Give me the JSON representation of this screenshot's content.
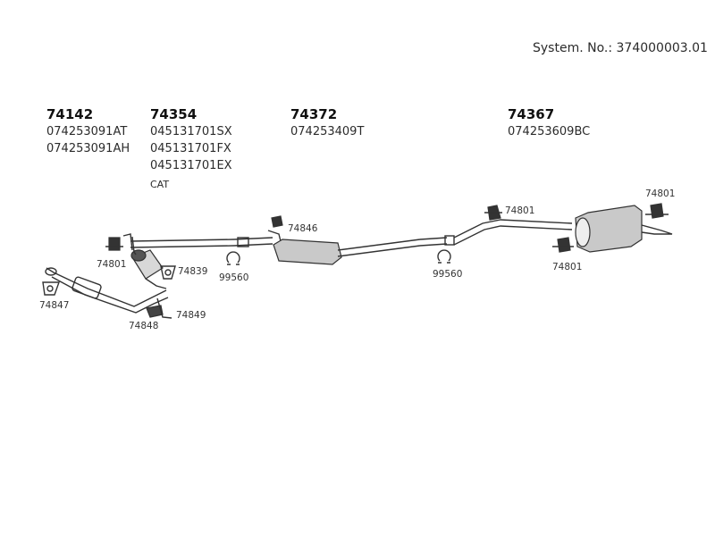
{
  "system_number": "System. No.: 374000003.01",
  "groups": [
    {
      "head": "74142",
      "parts": [
        "074253091AT",
        "074253091AH"
      ]
    },
    {
      "head": "74354",
      "parts": [
        "045131701SX",
        "045131701FX",
        "045131701EX"
      ],
      "note": "CAT"
    },
    {
      "head": "74372",
      "parts": [
        "074253409T"
      ]
    },
    {
      "head": "74367",
      "parts": [
        "074253609BC"
      ]
    }
  ],
  "labels": {
    "l74801a": "74801",
    "l74839": "74839",
    "l74847": "74847",
    "l74848": "74848",
    "l74849": "74849",
    "l99560a": "99560",
    "l74846": "74846",
    "l99560b": "99560",
    "l74801b": "74801",
    "l74801c": "74801",
    "l74801d": "74801"
  }
}
